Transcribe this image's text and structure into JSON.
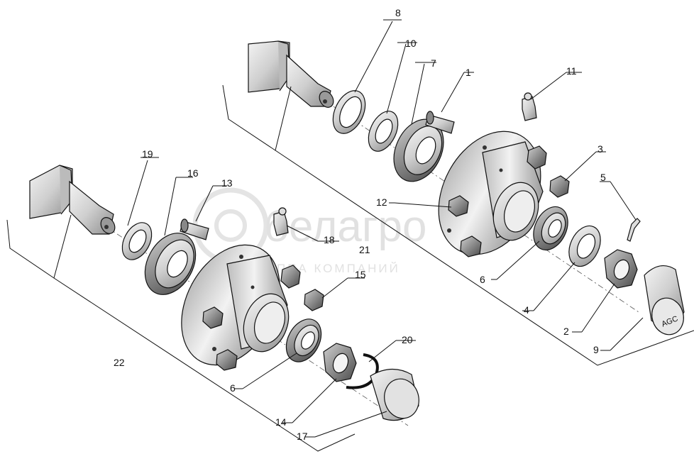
{
  "watermark": {
    "brand": "белагро",
    "subtitle": "ГРУППА КОМПАНИЙ"
  },
  "cap_marking": "AGC",
  "labels": {
    "n1": "1",
    "n2": "2",
    "n3": "3",
    "n4": "4",
    "n5": "5",
    "n6a": "6",
    "n6b": "6",
    "n7": "7",
    "n8": "8",
    "n9": "9",
    "n10": "10",
    "n11": "11",
    "n12": "12",
    "n13": "13",
    "n14": "14",
    "n15": "15",
    "n16": "16",
    "n17": "17",
    "n18": "18",
    "n19": "19",
    "n20": "20",
    "n21": "21",
    "n22": "22"
  }
}
